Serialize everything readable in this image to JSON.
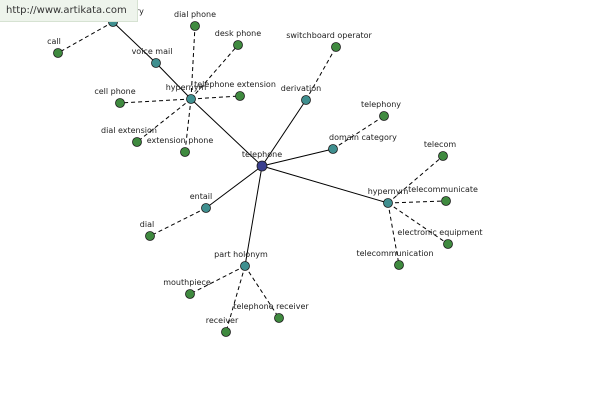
{
  "site": {
    "url_text": "http://www.artikata.com"
  },
  "colors": {
    "center": "#3a3f8f",
    "relation": "#3f8f8f",
    "leaf": "#3f8a3f",
    "edge": "#000000",
    "banner_bg": "#eef4ec"
  },
  "nodes": [
    {
      "id": "telephone",
      "label": "telephone",
      "kind": "center"
    },
    {
      "id": "category",
      "label": "egory",
      "kind": "relation"
    },
    {
      "id": "voice_mail",
      "label": "voice mail",
      "kind": "relation"
    },
    {
      "id": "hypernym1",
      "label": "hypernym",
      "kind": "relation"
    },
    {
      "id": "derivation",
      "label": "derivation",
      "kind": "relation"
    },
    {
      "id": "domain_category",
      "label": "domain category",
      "kind": "relation"
    },
    {
      "id": "hypernym2",
      "label": "hypernym",
      "kind": "relation"
    },
    {
      "id": "entail",
      "label": "entail",
      "kind": "relation"
    },
    {
      "id": "part_holonym",
      "label": "part holonym",
      "kind": "relation"
    },
    {
      "id": "call",
      "label": "call",
      "kind": "leaf"
    },
    {
      "id": "dial_phone",
      "label": "dial phone",
      "kind": "leaf"
    },
    {
      "id": "desk_phone",
      "label": "desk phone",
      "kind": "leaf"
    },
    {
      "id": "switchboard_operator",
      "label": "switchboard operator",
      "kind": "leaf"
    },
    {
      "id": "cell_phone",
      "label": "cell phone",
      "kind": "leaf"
    },
    {
      "id": "telephone_extension",
      "label": "telephone extension",
      "kind": "leaf"
    },
    {
      "id": "telephony",
      "label": "telephony",
      "kind": "leaf"
    },
    {
      "id": "dial_extension",
      "label": "dial extension",
      "kind": "leaf"
    },
    {
      "id": "extension_phone",
      "label": "extension phone",
      "kind": "leaf"
    },
    {
      "id": "telecom",
      "label": "telecom",
      "kind": "leaf"
    },
    {
      "id": "telecommunicate",
      "label": "telecommunicate",
      "kind": "leaf"
    },
    {
      "id": "electronic_equipment",
      "label": "electronic equipment",
      "kind": "leaf"
    },
    {
      "id": "telecommunication",
      "label": "telecommunication",
      "kind": "leaf"
    },
    {
      "id": "dial",
      "label": "dial",
      "kind": "leaf"
    },
    {
      "id": "mouthpiece",
      "label": "mouthpiece",
      "kind": "leaf"
    },
    {
      "id": "telephone_receiver",
      "label": "telephone receiver",
      "kind": "leaf"
    },
    {
      "id": "receiver",
      "label": "receiver",
      "kind": "leaf"
    }
  ],
  "edges": [
    {
      "from": "telephone",
      "to": "hypernym1",
      "style": "solid"
    },
    {
      "from": "telephone",
      "to": "derivation",
      "style": "solid"
    },
    {
      "from": "telephone",
      "to": "domain_category",
      "style": "solid"
    },
    {
      "from": "telephone",
      "to": "hypernym2",
      "style": "solid"
    },
    {
      "from": "telephone",
      "to": "entail",
      "style": "solid"
    },
    {
      "from": "telephone",
      "to": "part_holonym",
      "style": "solid"
    },
    {
      "from": "hypernym1",
      "to": "voice_mail",
      "style": "solid"
    },
    {
      "from": "voice_mail",
      "to": "category",
      "style": "solid"
    },
    {
      "from": "category",
      "to": "call",
      "style": "dashed"
    },
    {
      "from": "hypernym1",
      "to": "dial_phone",
      "style": "dashed"
    },
    {
      "from": "hypernym1",
      "to": "desk_phone",
      "style": "dashed"
    },
    {
      "from": "hypernym1",
      "to": "cell_phone",
      "style": "dashed"
    },
    {
      "from": "hypernym1",
      "to": "telephone_extension",
      "style": "dashed"
    },
    {
      "from": "hypernym1",
      "to": "dial_extension",
      "style": "dashed"
    },
    {
      "from": "hypernym1",
      "to": "extension_phone",
      "style": "dashed"
    },
    {
      "from": "derivation",
      "to": "switchboard_operator",
      "style": "dashed"
    },
    {
      "from": "domain_category",
      "to": "telephony",
      "style": "dashed"
    },
    {
      "from": "hypernym2",
      "to": "telecom",
      "style": "dashed"
    },
    {
      "from": "hypernym2",
      "to": "telecommunicate",
      "style": "dashed"
    },
    {
      "from": "hypernym2",
      "to": "electronic_equipment",
      "style": "dashed"
    },
    {
      "from": "hypernym2",
      "to": "telecommunication",
      "style": "dashed"
    },
    {
      "from": "entail",
      "to": "dial",
      "style": "dashed"
    },
    {
      "from": "part_holonym",
      "to": "mouthpiece",
      "style": "dashed"
    },
    {
      "from": "part_holonym",
      "to": "telephone_receiver",
      "style": "dashed"
    },
    {
      "from": "part_holonym",
      "to": "receiver",
      "style": "dashed"
    }
  ]
}
